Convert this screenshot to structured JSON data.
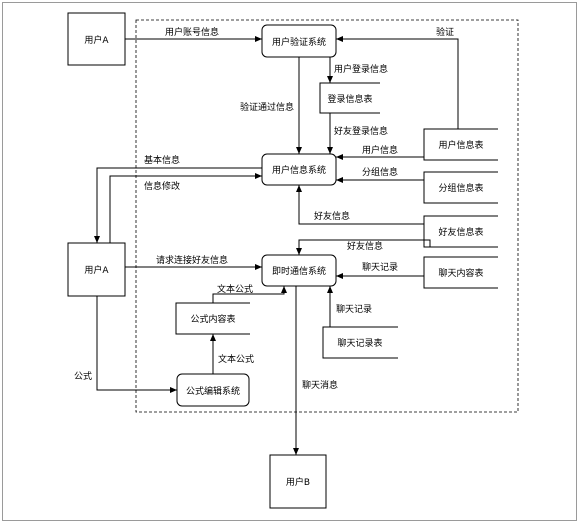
{
  "nodes": {
    "user_a_top": "用户A",
    "user_a_mid": "用户A",
    "user_b": "用户B",
    "auth_system": "用户验证系统",
    "info_system": "用户信息系统",
    "im_system": "即时通信系统",
    "formula_editor": "公式编辑系统",
    "login_table": "登录信息表",
    "user_info_table": "用户信息表",
    "group_table": "分组信息表",
    "friend_table": "好友信息表",
    "chat_content_table": "聊天内容表",
    "chat_record_table": "聊天记录表",
    "formula_table": "公式内容表"
  },
  "edges": {
    "account_info": "用户账号信息",
    "verify": "验证",
    "login_info": "用户登录信息",
    "verify_pass": "验证通过信息",
    "friend_login": "好友登录信息",
    "basic_info": "基本信息",
    "info_modify": "信息修改",
    "user_info": "用户信息",
    "group_info": "分组信息",
    "friend_info_1": "好友信息",
    "friend_info_2": "好友信息",
    "request_friend": "请求连接好友信息",
    "chat_record_1": "聊天记录",
    "chat_record_2": "聊天记录",
    "text_formula_1": "文本公式",
    "text_formula_2": "文本公式",
    "formula": "公式",
    "chat_message": "聊天消息"
  }
}
